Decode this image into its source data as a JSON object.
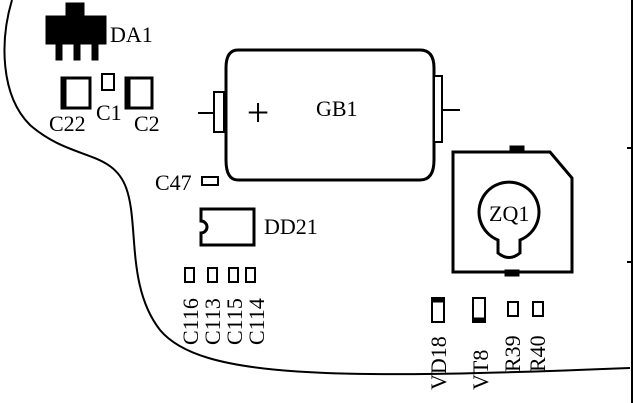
{
  "components": {
    "da1": "DA1",
    "c22": "C22",
    "c1": "C1",
    "c2": "C2",
    "gb1": "GB1",
    "gb1_polarity": "+",
    "c47": "C47",
    "dd21": "DD21",
    "zq1": "ZQ1",
    "c116": "C116",
    "c113": "C113",
    "c115": "C115",
    "c114": "C114",
    "vd18": "VD18",
    "vt8": "VT8",
    "r39": "R39",
    "r40": "R40"
  },
  "colors": {
    "ink": "#000000",
    "background": "#ffffff"
  }
}
